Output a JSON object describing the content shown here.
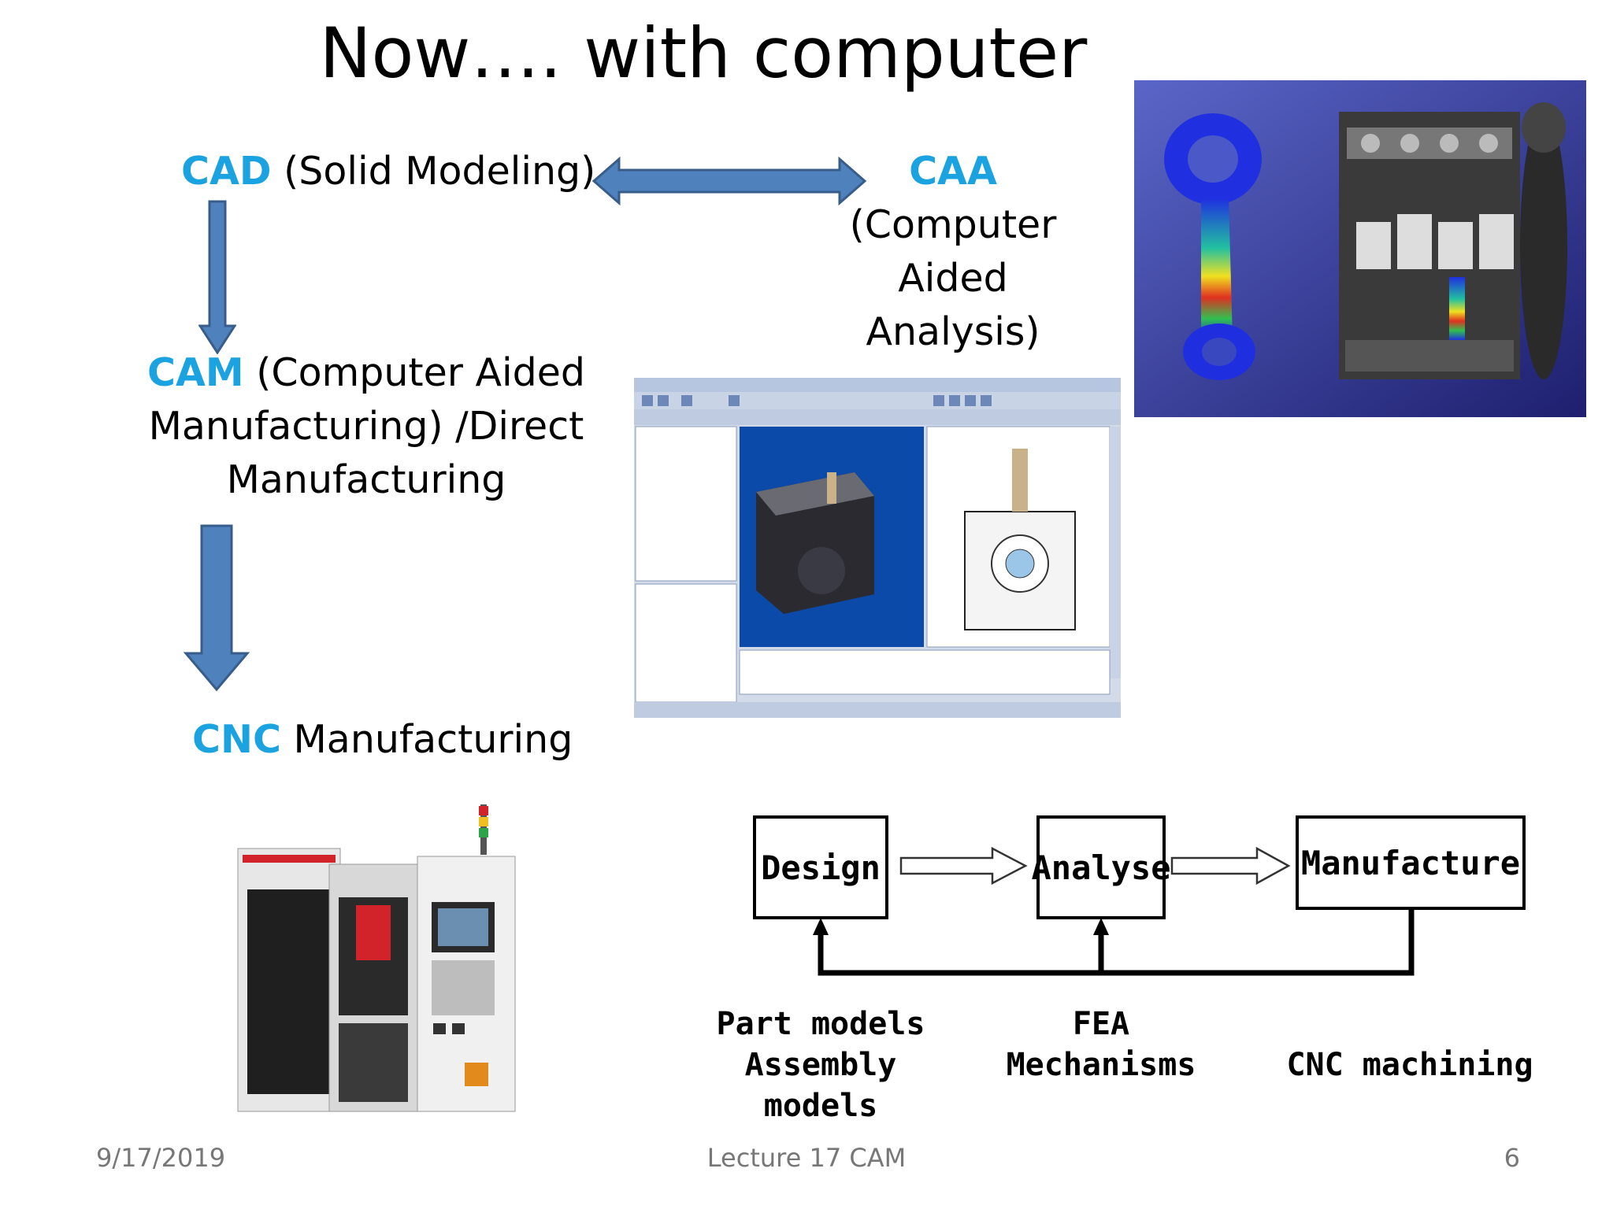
{
  "slide": {
    "title": "Now…. with computer",
    "cad": {
      "acronym": "CAD",
      "text": " (Solid Modeling)"
    },
    "caa": {
      "acronym": "CAA",
      "line1": "(Computer",
      "line2": "Aided",
      "line3": "Analysis)"
    },
    "cam": {
      "acronym": "CAM",
      "line1": " (Computer Aided",
      "line2": "Manufacturing) /Direct",
      "line3": "Manufacturing"
    },
    "cnc": {
      "acronym": "CNC",
      "text": " Manufacturing"
    }
  },
  "diagram": {
    "boxes": [
      "Design",
      "Analyse",
      "Manufacture"
    ],
    "captions": {
      "design_line1": "Part models",
      "design_line2": "Assembly models",
      "analyse_line1": "FEA",
      "analyse_line2": "Mechanisms",
      "manufacture": "CNC machining"
    }
  },
  "footer": {
    "date": "9/17/2019",
    "course": "Lecture 17 CAM",
    "page": "6"
  },
  "colors": {
    "accent": "#1aa3e0",
    "arrow_fill": "#4f81bd",
    "arrow_stroke": "#385d8a"
  }
}
